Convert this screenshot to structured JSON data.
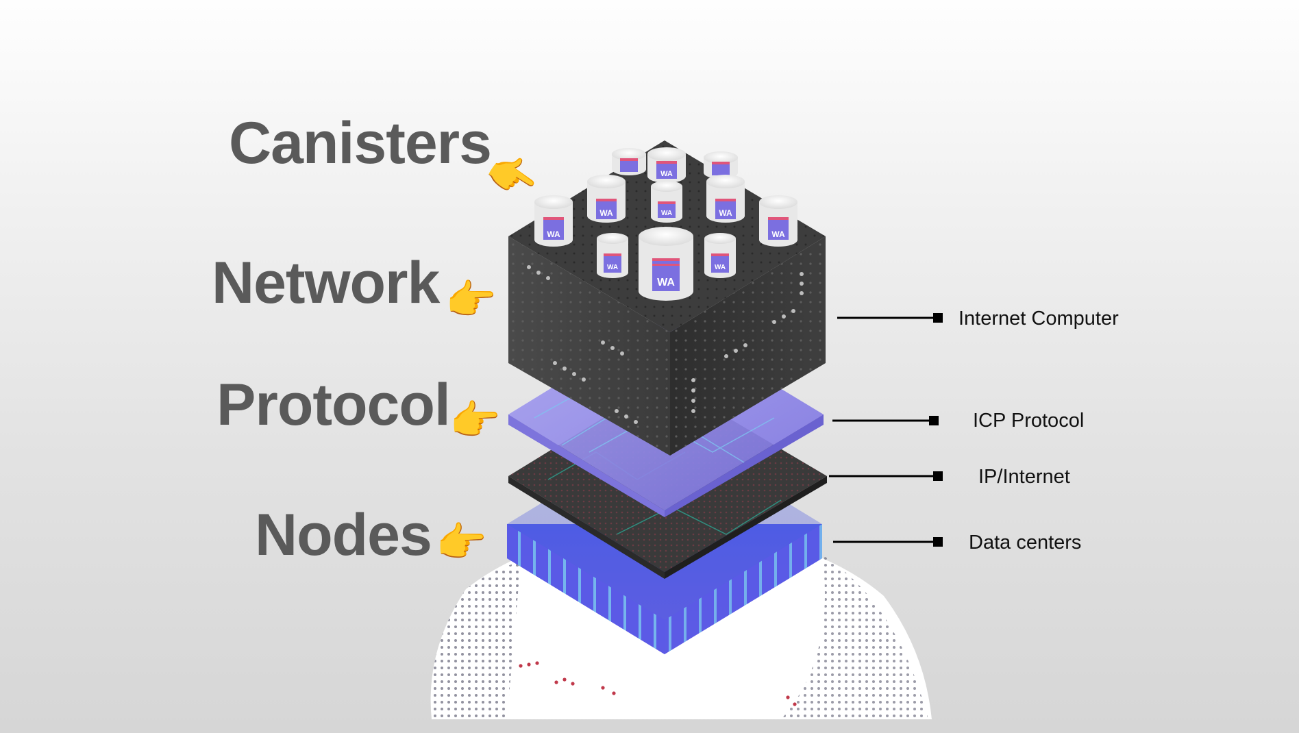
{
  "left_labels": {
    "canisters": "Canisters",
    "network": "Network",
    "protocol": "Protocol",
    "nodes": "Nodes"
  },
  "right_labels": {
    "internet_computer": "Internet Computer",
    "icp_protocol": "ICP Protocol",
    "ip_internet": "IP/Internet",
    "data_centers": "Data centers"
  },
  "canister_badge": "WA",
  "icons": {
    "pointer": "backhand-index-pointing-right-icon"
  },
  "colors": {
    "label_gray": "#5a5a5a",
    "cube_dark": "#3a3a3a",
    "protocol_purple": "#8f86e6",
    "nodes_blue": "#5f5ce0",
    "badge_purple": "#7b6fe0",
    "badge_stripe": "#e0557a"
  }
}
